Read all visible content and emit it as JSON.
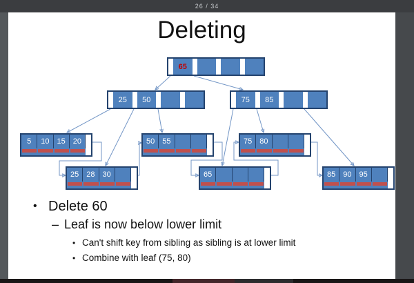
{
  "viewer": {
    "page_indicator": "26 / 34"
  },
  "slide": {
    "title": "Deleting",
    "bullets": {
      "l1_marker": "•",
      "l1": "Delete 60",
      "l2_marker": "–",
      "l2": "Leaf is now below lower limit",
      "l3_marker": "•",
      "l3a": "Can't shift key from sibling as sibling is at lower limit",
      "l3b": "Combine with leaf (75, 80)"
    }
  },
  "tree": {
    "root": {
      "keys": [
        "65"
      ]
    },
    "internal_left": {
      "keys": [
        "25",
        "50"
      ]
    },
    "internal_right": {
      "keys": [
        "75",
        "85"
      ]
    },
    "leaves": [
      {
        "keys": [
          "5",
          "10",
          "15",
          "20"
        ]
      },
      {
        "keys": [
          "25",
          "28",
          "30"
        ]
      },
      {
        "keys": [
          "50",
          "55"
        ]
      },
      {
        "keys": [
          "65"
        ]
      },
      {
        "keys": [
          "75",
          "80"
        ]
      },
      {
        "keys": [
          "85",
          "90",
          "95"
        ]
      }
    ]
  },
  "colors": {
    "node_fill": "#4f81bd",
    "node_border": "#24436e",
    "record_pointer_fill": "#c0504d",
    "root_key_text": "#c00000",
    "key_text": "#ffffff",
    "arrow": "#7396c6"
  }
}
